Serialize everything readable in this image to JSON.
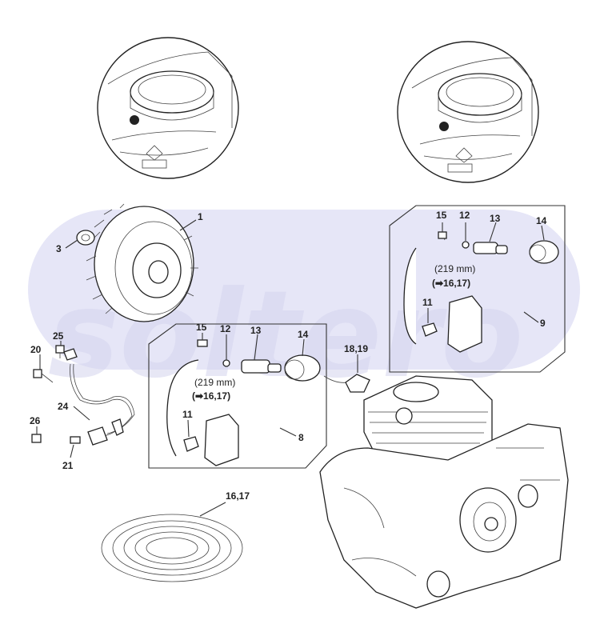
{
  "watermark": {
    "text": "soltero",
    "color": "#d4d4ee",
    "band_color": "#e6e6f7"
  },
  "callouts": {
    "c1": "1",
    "c3": "3",
    "c8": "8",
    "c9": "9",
    "c11a": "11",
    "c11b": "11",
    "c12a": "12",
    "c12b": "12",
    "c13a": "13",
    "c13b": "13",
    "c14a": "14",
    "c14b": "14",
    "c15a": "15",
    "c15b": "15",
    "c1617": "16,17",
    "c1819": "18,19",
    "c20": "20",
    "c21": "21",
    "c24": "24",
    "c25": "25",
    "c26": "26"
  },
  "notes": {
    "len_upper": "(219 mm)",
    "ref_upper": "(➡16,17)",
    "len_lower": "(219 mm)",
    "ref_lower": "(➡16,17)"
  }
}
